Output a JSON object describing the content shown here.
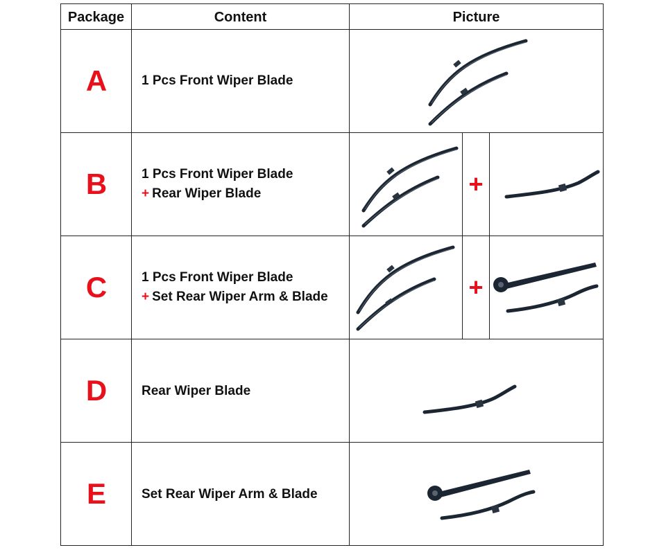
{
  "header": {
    "package": "Package",
    "content": "Content",
    "picture": "Picture"
  },
  "rows": [
    {
      "letter": "A",
      "line1": "1 Pcs Front Wiper Blade"
    },
    {
      "letter": "B",
      "line1": "1 Pcs Front Wiper Blade",
      "plus": "+",
      "line2": "Rear Wiper Blade"
    },
    {
      "letter": "C",
      "line1": "1 Pcs Front Wiper Blade",
      "plus": "+",
      "line2": "Set Rear Wiper Arm & Blade"
    },
    {
      "letter": "D",
      "line1": "Rear Wiper Blade"
    },
    {
      "letter": "E",
      "line1": "Set Rear Wiper Arm & Blade"
    }
  ],
  "picture_plus": "+",
  "colors": {
    "accent_red": "#e8101a",
    "border": "#222222",
    "blade": "#1c2633"
  }
}
